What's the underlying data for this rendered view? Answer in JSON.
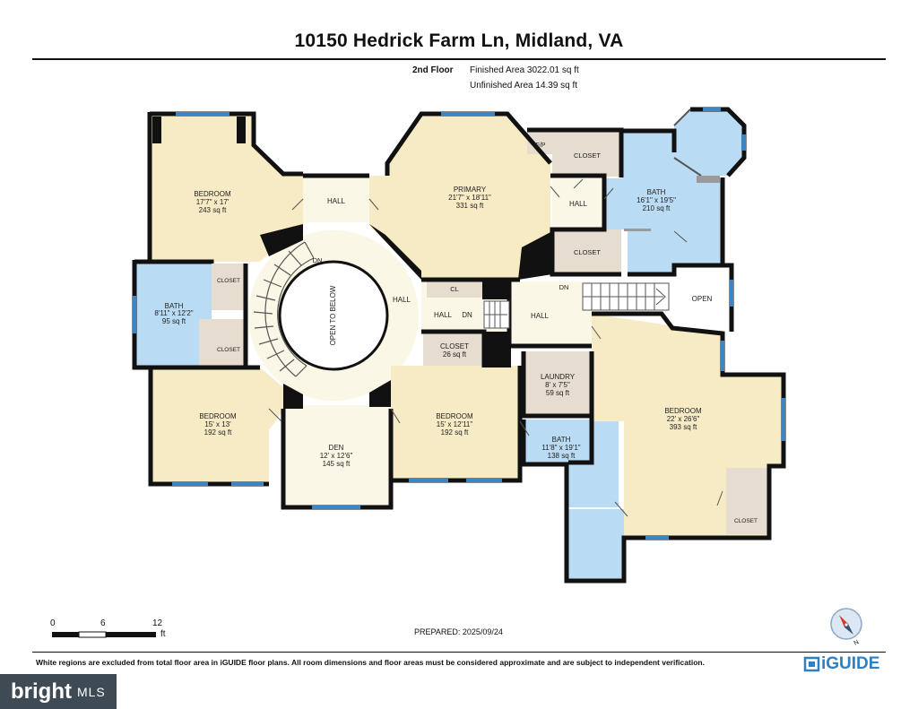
{
  "header": {
    "title": "10150 Hedrick Farm Ln, Midland, VA",
    "floor": "2nd Floor",
    "finished_area": "Finished Area 3022.01 sq ft",
    "unfinished_area": "Unfinished Area 14.39 sq ft"
  },
  "rooms": {
    "bedroom_nw": {
      "name": "BEDROOM",
      "dim": "17'7\" x 17'",
      "area": "243 sq ft"
    },
    "hall_top": {
      "name": "HALL"
    },
    "primary": {
      "name": "PRIMARY",
      "dim": "21'7\" x 18'11\"",
      "area": "331 sq ft"
    },
    "fp": {
      "name": "F/P"
    },
    "closet_ne1": {
      "name": "CLOSET"
    },
    "hall_ne": {
      "name": "HALL"
    },
    "bath_ne": {
      "name": "BATH",
      "dim": "16'1\" x 19'5\"",
      "area": "210 sq ft"
    },
    "closet_ne2": {
      "name": "CLOSET"
    },
    "closet_w1": {
      "name": "CLOSET"
    },
    "bath_w": {
      "name": "BATH",
      "dim": "8'11\" x 12'2\"",
      "area": "95 sq ft"
    },
    "closet_w2": {
      "name": "CLOSET"
    },
    "open_below": {
      "name": "OPEN TO BELOW"
    },
    "dn_stair": {
      "name": "DN"
    },
    "hall_center": {
      "name": "HALL"
    },
    "cl": {
      "name": "CL"
    },
    "hall_small": {
      "name": "HALL"
    },
    "dn_small": {
      "name": "DN"
    },
    "hall_east": {
      "name": "HALL"
    },
    "dn_east": {
      "name": "DN"
    },
    "open_east": {
      "name": "OPEN"
    },
    "closet_center": {
      "name": "CLOSET",
      "area": "26 sq ft"
    },
    "laundry": {
      "name": "LAUNDRY",
      "dim": "8' x 7'5\"",
      "area": "59 sq ft"
    },
    "bedroom_sw": {
      "name": "BEDROOM",
      "dim": "15' x 13'",
      "area": "192 sq ft"
    },
    "den": {
      "name": "DEN",
      "dim": "12' x 12'6\"",
      "area": "145 sq ft"
    },
    "bedroom_s": {
      "name": "BEDROOM",
      "dim": "15' x 12'11\"",
      "area": "192 sq ft"
    },
    "bath_s": {
      "name": "BATH",
      "dim": "11'8\" x 19'1\"",
      "area": "138 sq ft"
    },
    "bedroom_e": {
      "name": "BEDROOM",
      "dim": "22' x 26'6\"",
      "area": "393 sq ft"
    },
    "closet_se": {
      "name": "CLOSET"
    }
  },
  "scale": {
    "labels": [
      "0",
      "6",
      "12"
    ],
    "unit": "ft"
  },
  "footer": {
    "prepared": "PREPARED: 2025/09/24",
    "disclaimer": "White regions are excluded from total floor area in iGUIDE floor plans. All room dimensions and floor areas must be considered approximate and are subject to independent verification.",
    "brand": "iGUIDE",
    "compass_label": "N",
    "watermark_main": "bright",
    "watermark_sub": "MLS"
  },
  "colors": {
    "bedroom": "#f7ebc6",
    "bath": "#b9dbf3",
    "closet": "#e6dccf",
    "hall": "#fbf7e6",
    "wall": "#111111",
    "window": "#3a86c6",
    "brand": "#2f7fc4"
  }
}
